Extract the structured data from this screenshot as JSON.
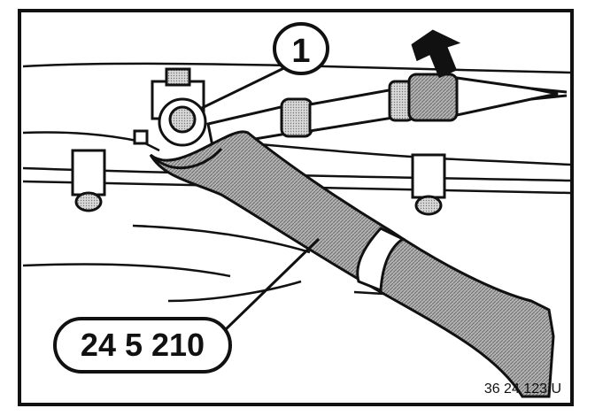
{
  "callouts": {
    "part_number": "1",
    "tool_number": "24 5 210"
  },
  "figure_ref": "36 24 123 U",
  "icons": {
    "pointer": "arrow-pointer-icon"
  },
  "colors": {
    "ink": "#111111",
    "paper": "#ffffff",
    "hatch": "#8a8a8a"
  }
}
